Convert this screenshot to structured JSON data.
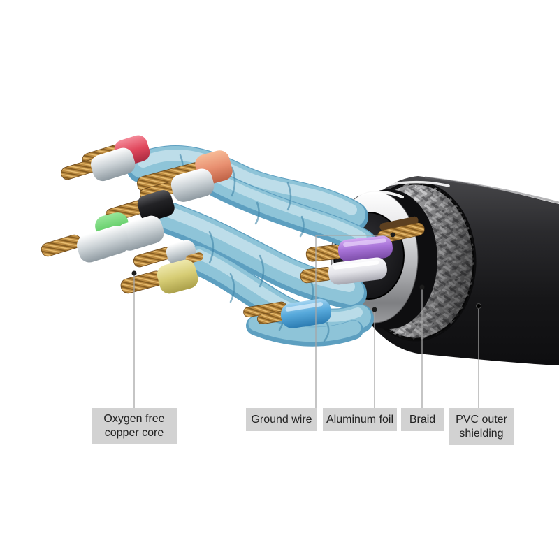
{
  "diagram": {
    "type": "annotated-cutaway-illustration",
    "subject": "Shielded multi-pair cable cross-section",
    "background": "#ffffff",
    "labels": [
      {
        "id": "oxygen-free-copper-core",
        "text": "Oxygen free copper core"
      },
      {
        "id": "ground-wire",
        "text": "Ground wire"
      },
      {
        "id": "aluminum-foil",
        "text": "Aluminum foil"
      },
      {
        "id": "braid",
        "text": "Braid"
      },
      {
        "id": "pvc-outer-shielding",
        "text": "PVC outer shielding"
      }
    ],
    "colors": {
      "label_box_bg": "#d2d2d2",
      "label_text": "#222222",
      "leader_line": "#a6a6a6",
      "marker_dot": "#1c1c1c",
      "jacket_black": "#1c1c1e",
      "braid_silver": "#a8a8aa",
      "foil_silver": "#d9d9db",
      "pair_jacket_aqua": "#8ec4d8",
      "copper": "#c09045",
      "wire_red": "#e0475c",
      "wire_orange": "#e88f70",
      "wire_green": "#5ecb63",
      "wire_yellow": "#d6cc74",
      "wire_black": "#232326",
      "wire_purple": "#a873d8",
      "wire_white": "#ebebee",
      "wire_blue": "#58aadc",
      "wire_gray": "#c6ccd0"
    }
  }
}
